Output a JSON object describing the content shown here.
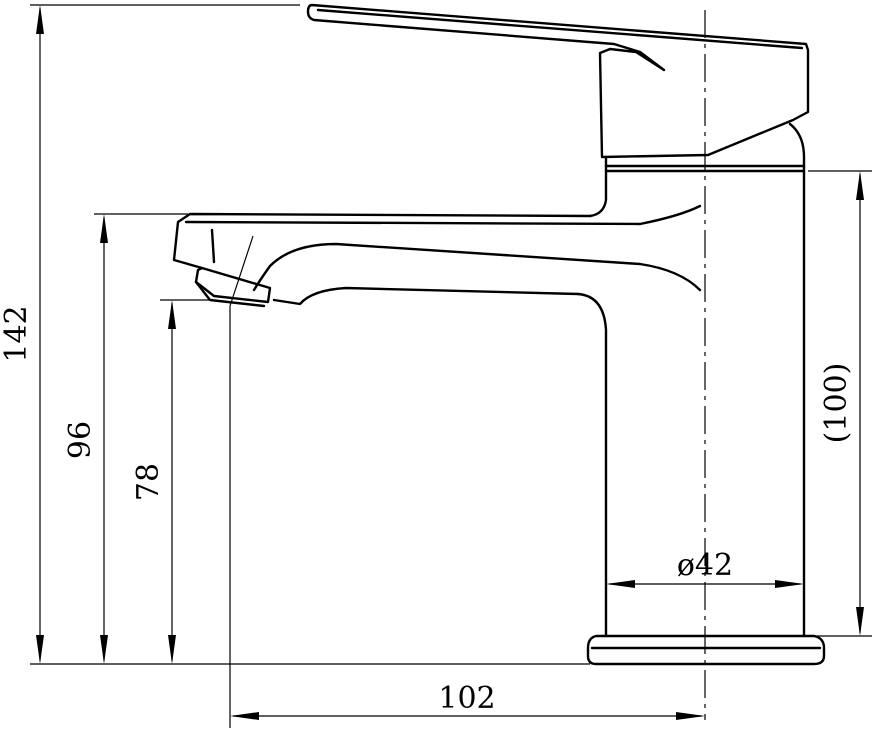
{
  "drawing": {
    "type": "faucet-technical-drawing",
    "dimensions": {
      "overall_height": "142",
      "spout_height": "96",
      "outlet_height": "78",
      "body_height": "(100)",
      "body_diameter": "ø42",
      "reach": "102"
    },
    "colors": {
      "line": "#000000",
      "background": "#ffffff"
    }
  }
}
